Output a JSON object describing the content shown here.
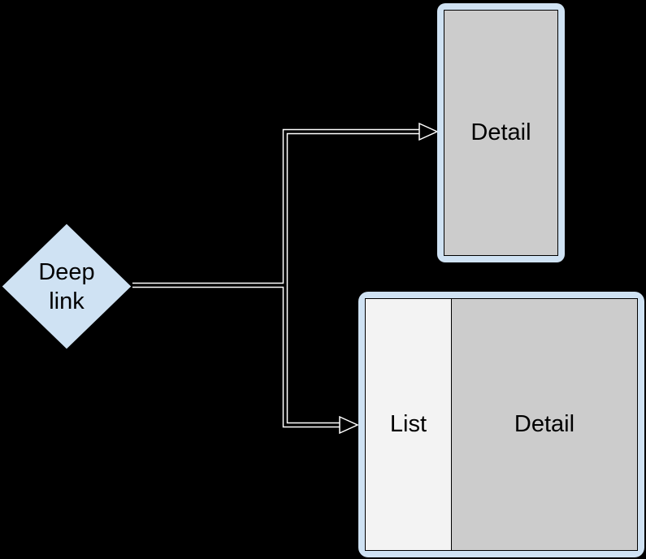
{
  "colors": {
    "background": "#000000",
    "node_fill": "#cfe2f3",
    "node_border": "#000000",
    "screen_frame": "#cfe2f3",
    "detail_fill": "#cccccc",
    "list_fill": "#f3f3f3",
    "inner_border": "#000000",
    "connector_outline": "#ffffff",
    "connector_core": "#000000",
    "text": "#000000"
  },
  "deep_link_node": {
    "label_line1": "Deep",
    "label_line2": "link"
  },
  "portrait_screen": {
    "label": "Detail"
  },
  "landscape_screen": {
    "list_label": "List",
    "detail_label": "Detail"
  }
}
